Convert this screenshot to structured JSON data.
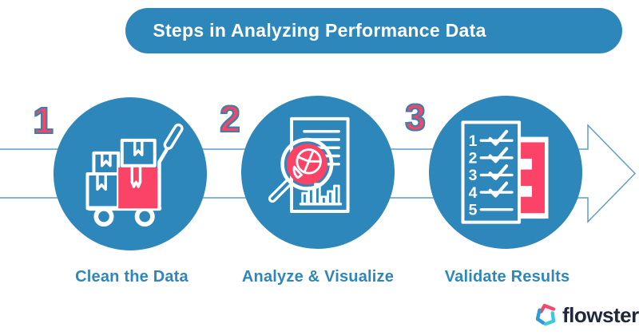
{
  "title": "Steps in Analyzing Performance Data",
  "steps": [
    {
      "number": "1",
      "label": "Clean the Data",
      "icon": "hand-truck-boxes-icon"
    },
    {
      "number": "2",
      "label": "Analyze & Visualize",
      "icon": "magnifier-pie-chart-icon"
    },
    {
      "number": "3",
      "label": "Validate Results",
      "icon": "checklist-icon"
    }
  ],
  "checklist": {
    "rows": [
      "1",
      "2",
      "3",
      "4",
      "5"
    ],
    "checked": [
      true,
      true,
      true,
      true,
      false
    ]
  },
  "logo": {
    "text": "flowster"
  },
  "colors": {
    "blue": "#2E87BA",
    "pink": "#FA4366",
    "arrow_outline": "#5F9FC4",
    "navy": "#20293A",
    "white": "#FFFFFF",
    "background": "#FFFFFF"
  }
}
